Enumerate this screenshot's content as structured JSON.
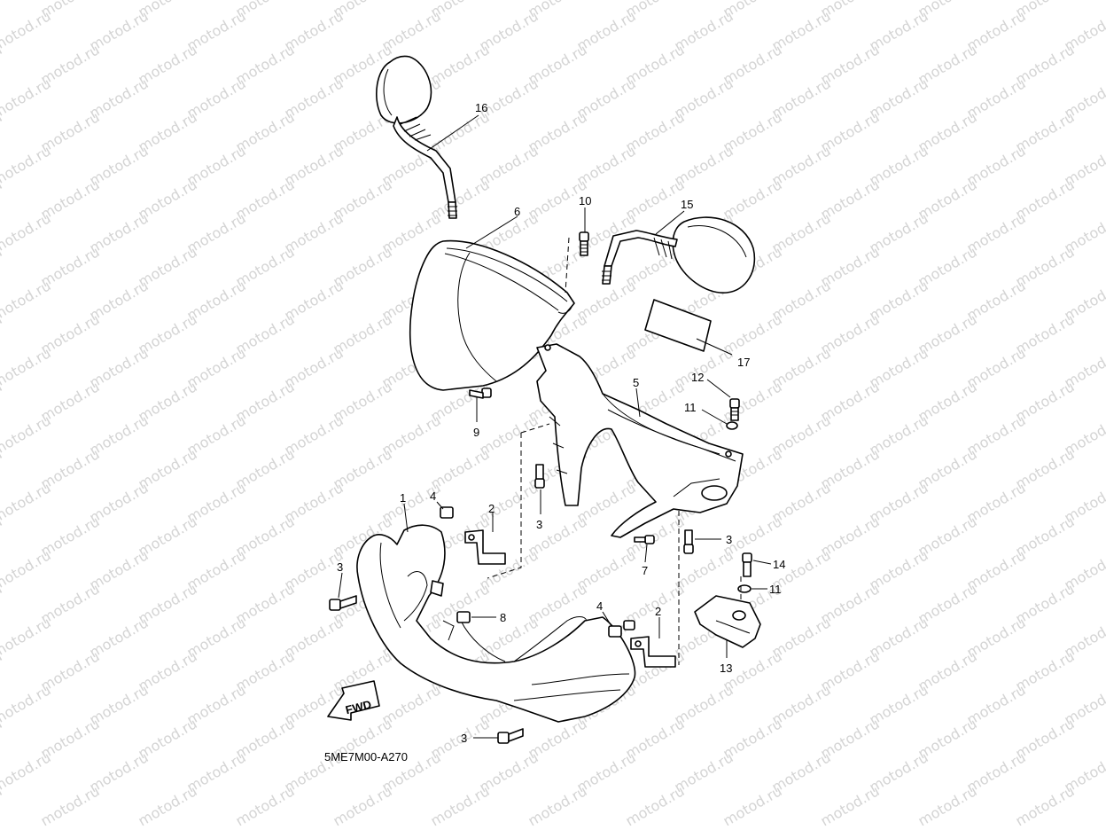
{
  "watermark": {
    "text": "motod.ru",
    "color": "#d4d4d4"
  },
  "diagram_code": "5ME7M00-A270",
  "direction_label": "FWD",
  "callouts": [
    {
      "id": "c16",
      "label": "16"
    },
    {
      "id": "c6",
      "label": "6"
    },
    {
      "id": "c10",
      "label": "10"
    },
    {
      "id": "c15",
      "label": "15"
    },
    {
      "id": "c17",
      "label": "17"
    },
    {
      "id": "c9",
      "label": "9"
    },
    {
      "id": "c5",
      "label": "5"
    },
    {
      "id": "c12",
      "label": "12"
    },
    {
      "id": "c11a",
      "label": "11"
    },
    {
      "id": "c1",
      "label": "1"
    },
    {
      "id": "c4a",
      "label": "4"
    },
    {
      "id": "c2a",
      "label": "2"
    },
    {
      "id": "c3a",
      "label": "3"
    },
    {
      "id": "c3b",
      "label": "3"
    },
    {
      "id": "c7",
      "label": "7"
    },
    {
      "id": "c3c",
      "label": "3"
    },
    {
      "id": "c8",
      "label": "8"
    },
    {
      "id": "c4b",
      "label": "4"
    },
    {
      "id": "c2b",
      "label": "2"
    },
    {
      "id": "c14",
      "label": "14"
    },
    {
      "id": "c11b",
      "label": "11"
    },
    {
      "id": "c13",
      "label": "13"
    },
    {
      "id": "c3d",
      "label": "3"
    }
  ]
}
